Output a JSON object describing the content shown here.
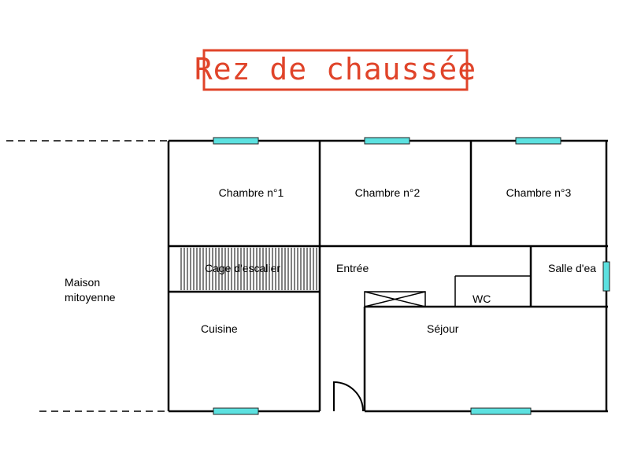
{
  "title": "Rez de chaussée",
  "colors": {
    "title": "#e0442a",
    "wall": "#000000",
    "window": "#5ce1e0",
    "stair_hatch": "#000000"
  },
  "rooms": {
    "chambre1": "Chambre n°1",
    "chambre2": "Chambre n°2",
    "chambre3": "Chambre n°3",
    "cage_escalier": "Cage d'escalier",
    "entree": "Entrée",
    "salle_eau": "Salle d'ea",
    "wc": "WC",
    "cuisine": "Cuisine",
    "sejour": "Séjour"
  },
  "neighbor": {
    "line1": "Maison",
    "line2": "mitoyenne"
  }
}
